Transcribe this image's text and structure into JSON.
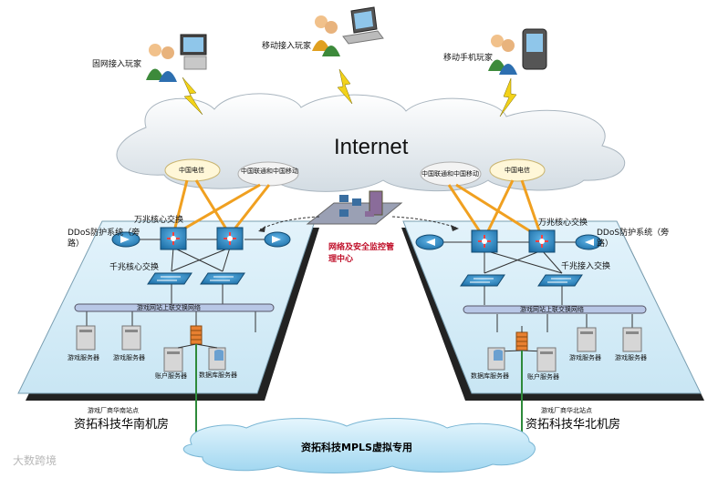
{
  "users": {
    "fixed": "固网接入玩家",
    "mobile_pc": "移动接入玩家",
    "mobile_phone": "移动手机玩家"
  },
  "cloud": {
    "internet": "Internet",
    "telecom_left": "中国电信",
    "unicom_left": "中国联通和中国移动",
    "unicom_right": "中国联通和中国移动",
    "telecom_right": "中国电信"
  },
  "monitor_center": "网络及安全监控管理中心",
  "south": {
    "core_switch": "万兆核心交换",
    "ddos": "DDoS防护系统（旁路）",
    "gig_core": "千兆核心交换",
    "bus": "游戏网站上联交换网络",
    "servers": [
      "游戏服务器",
      "游戏服务器",
      "账户服务器",
      "数据库服务器"
    ],
    "site": "游戏厂商华南站点",
    "room": "资拓科技华南机房"
  },
  "north": {
    "core_switch": "万兆核心交换",
    "ddos": "DDoS防护系统（旁路）",
    "gig_access": "千兆接入交换",
    "bus": "游戏网站上联交换网络",
    "servers": [
      "数据库服务器",
      "账户服务器",
      "游戏服务器",
      "游戏服务器"
    ],
    "site": "游戏厂商华北站点",
    "room": "资拓科技华北机房"
  },
  "mpls": "资拓科技MPLS虚拟专用",
  "watermark": "大数跨境",
  "colors": {
    "platform_fill": "#d9eef8",
    "platform_border": "#7a9fb2",
    "orange_link": "#f0a020",
    "switch_blue": "#2a86c4",
    "firewall": "#e88030",
    "cloud_fill": "#eef3f7",
    "mpls_cloud": "#bfe4f6"
  }
}
